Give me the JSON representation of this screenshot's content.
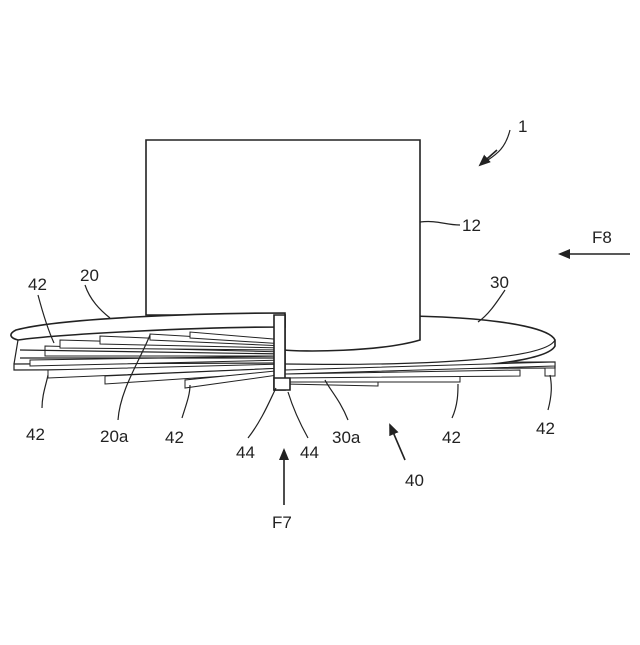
{
  "labels": {
    "assembly": "1",
    "cylinder": "12",
    "plate_left": "20",
    "plate_right": "30",
    "vanes_group": "40",
    "vane_tl": "42",
    "vane_bl": "42",
    "vane_bm": "42",
    "vane_bc": "42",
    "vane_br": "42",
    "edge_left": "20a",
    "edge_right": "30a",
    "hub_left": "44",
    "hub_right": "44",
    "flow_bottom": "F7",
    "flow_right": "F8"
  }
}
